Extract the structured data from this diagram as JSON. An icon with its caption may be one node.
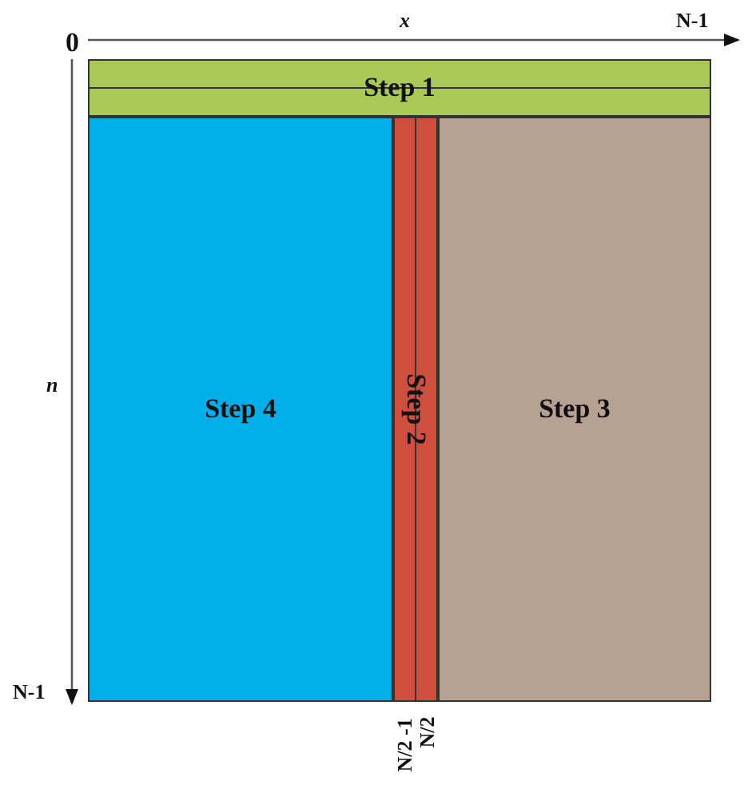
{
  "diagram": {
    "nodes": [
      {
        "text": [
          "Step 1"
        ]
      },
      {
        "text": [
          "Step 4"
        ]
      },
      {
        "text": [
          "Step 2"
        ]
      },
      {
        "text": [
          "Step 3"
        ]
      }
    ],
    "labels": [
      "0",
      "x",
      "N-1",
      "n",
      "N-1",
      "N/2 -1",
      "N/2"
    ]
  }
}
